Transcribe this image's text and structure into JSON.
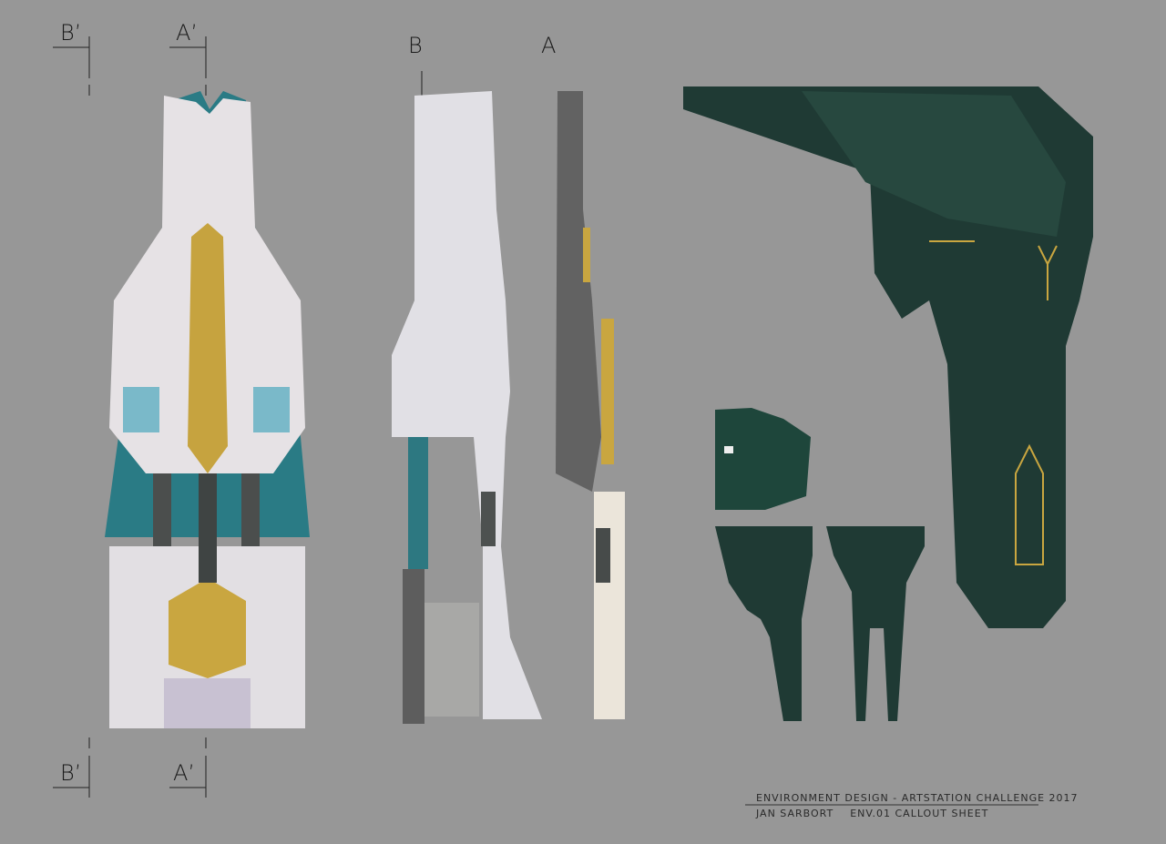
{
  "section_labels": {
    "b_prime_top": "B’",
    "a_prime_top": "A’",
    "b_prime_bottom": "B’",
    "a_prime_bottom": "A’",
    "b": "B",
    "a": "A"
  },
  "caption": {
    "title": "ENVIRONMENT DESIGN - ARTSTATION CHALLENGE 2017",
    "subtitle": "JAN SARBORT    ENV.01 CALLOUT SHEET"
  },
  "colors": {
    "background": "#979797",
    "marble": "#e4e1e3",
    "gold": "#c9a640",
    "teal": "#2c7f86",
    "dark_green": "#1f3a34"
  }
}
